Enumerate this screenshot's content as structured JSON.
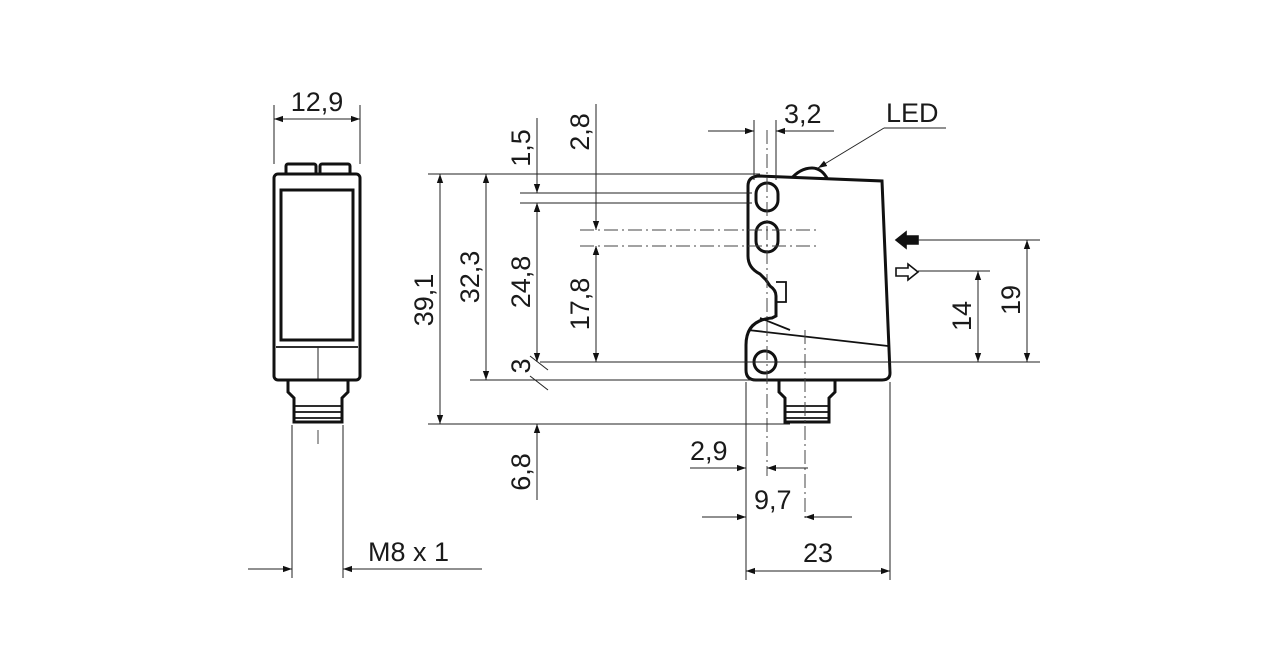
{
  "dimensions": {
    "front_width": "12,9",
    "thread": "M8 x 1",
    "height_total": "39,1",
    "height_body": "32,3",
    "height_upper": "24,8",
    "height_mid": "17,8",
    "lens_top": "1,5",
    "lens_gap": "2,8",
    "mount_offset": "3",
    "connector_length": "6,8",
    "led_offset": "3,2",
    "hole_offset": "2,9",
    "connector_offset": "9,7",
    "body_depth": "23",
    "optical_axis_lower": "14",
    "optical_axis_upper": "19"
  },
  "labels": {
    "led": "LED"
  },
  "icons": [
    "emitter-arrow-icon",
    "receiver-arrow-icon"
  ]
}
